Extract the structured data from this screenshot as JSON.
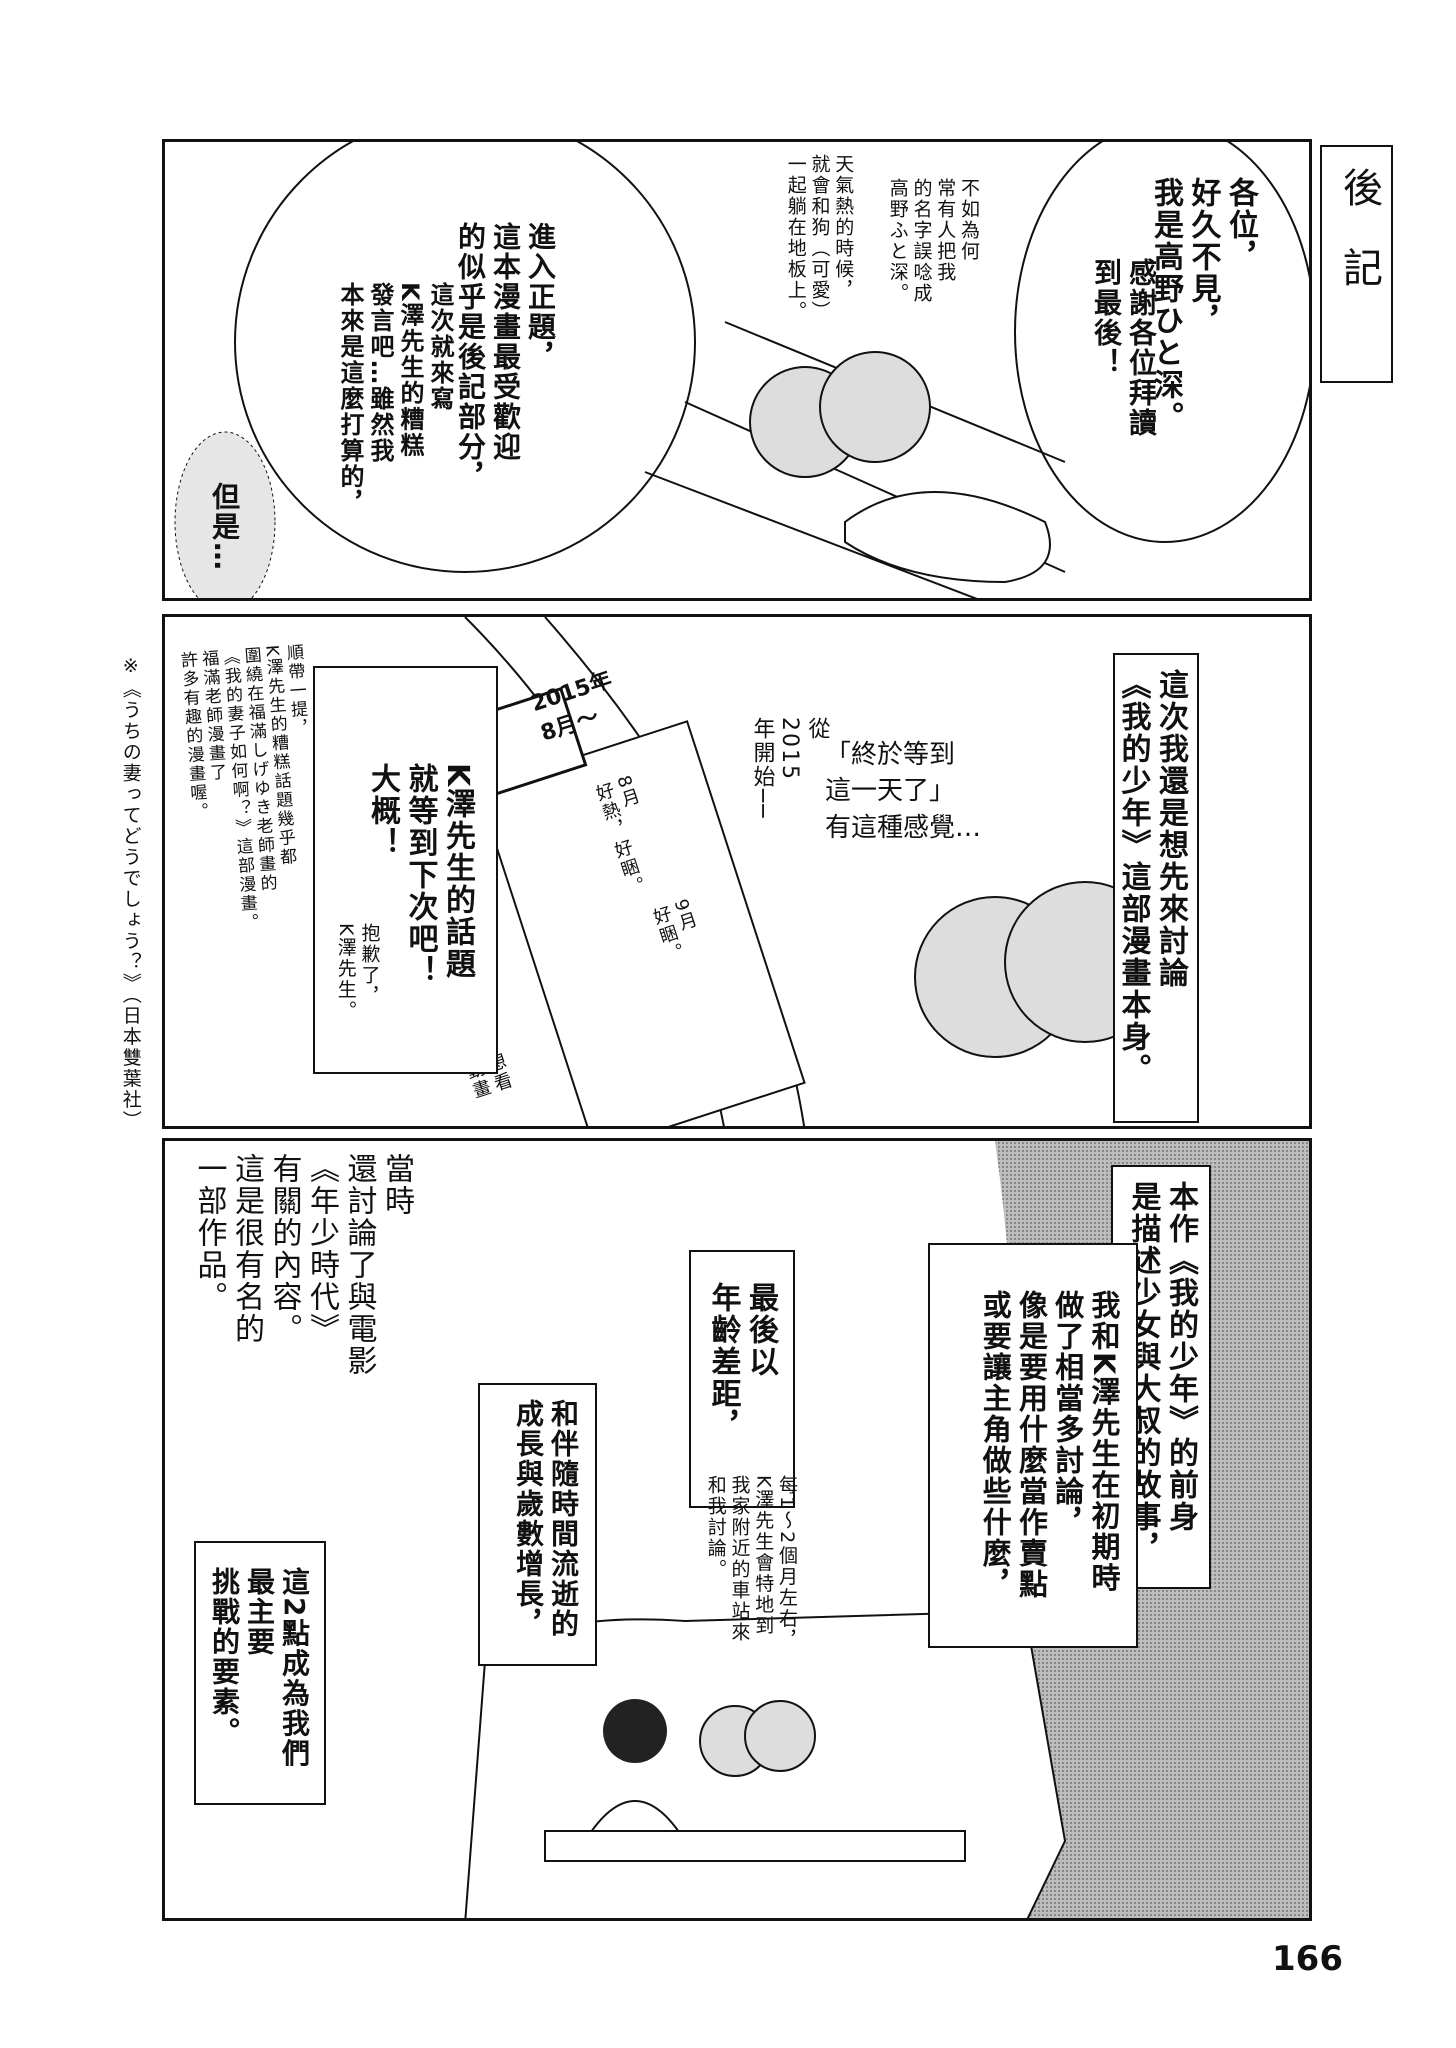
{
  "title": "後記",
  "page_number": "166",
  "panel1": {
    "greeting": "各位，\n好久不見，\n我是高野ひと深。",
    "thanks": "感謝各位拜讀\n到最後！",
    "name_note": "不如為何\n常有人把我\n的名字誤唸成\n高野ふと深。",
    "dog_note": "天氣熱的時候，\n就會和狗（可愛）\n一起躺在地板上。",
    "main_topic": "進入正題，\n這本漫畫最受歡迎\n的似乎是後記部分，",
    "plan": "這次就來寫\nK澤先生的糟糕\n發言吧…雖然我\n本來是這麼打算的，",
    "but": "但是…"
  },
  "panel2": {
    "discuss_box": "這次我還是想先來討論\n《我的少年》這部漫畫本身。",
    "finally": "「終於等到\n這一天了」\n有這種感覺…",
    "since": "從\n2015\n年開始──",
    "calendar_title": "2015年\n8月～",
    "calendar_aug": "8月\n好熱，好睏。",
    "calendar_sep": "9月\n好睏。",
    "calendar_anime": "想看\n動畫",
    "k_box": "K澤先生的話題\n就等到下次吧！\n大概！",
    "sorry": "抱歉了，\nK澤先生。",
    "aside": "順帶一提，\nK澤先生的糟糕話題幾乎都\n圍繞在福滿しげゆき老師畫的\n《我的妻子如何啊？》這部漫畫。\n福滿老師漫畫了\n許多有趣的漫畫喔。",
    "footnote": "※《うちの妻ってどうでしょう？》（日本雙葉社）"
  },
  "panel3": {
    "origin_box": "本作《我的少年》的前身\n是描述少女與大叔的故事，",
    "discussion_box": "我和K澤先生在初期時\n做了相當多討論，\n像是要用什麼當作賣點\n或要讓主角做些什麼，",
    "final_box": "最後以\n年齡差距，",
    "growth_box": "和伴隨時間流逝的\n成長與歲數增長，",
    "challenge_box": "這2點成為我們\n最主要\n挑戰的要素。",
    "movie_note": "當時\n還討論了與電影\n《年少時代》\n有關的內容。\n這是很有名的\n一部作品。",
    "meeting_note": "每1～2個月左右，\nK澤先生會特地到\n我家附近的車站來\n和我討論。"
  },
  "colors": {
    "ink": "#111111",
    "screentone": "#9a9a9a"
  }
}
